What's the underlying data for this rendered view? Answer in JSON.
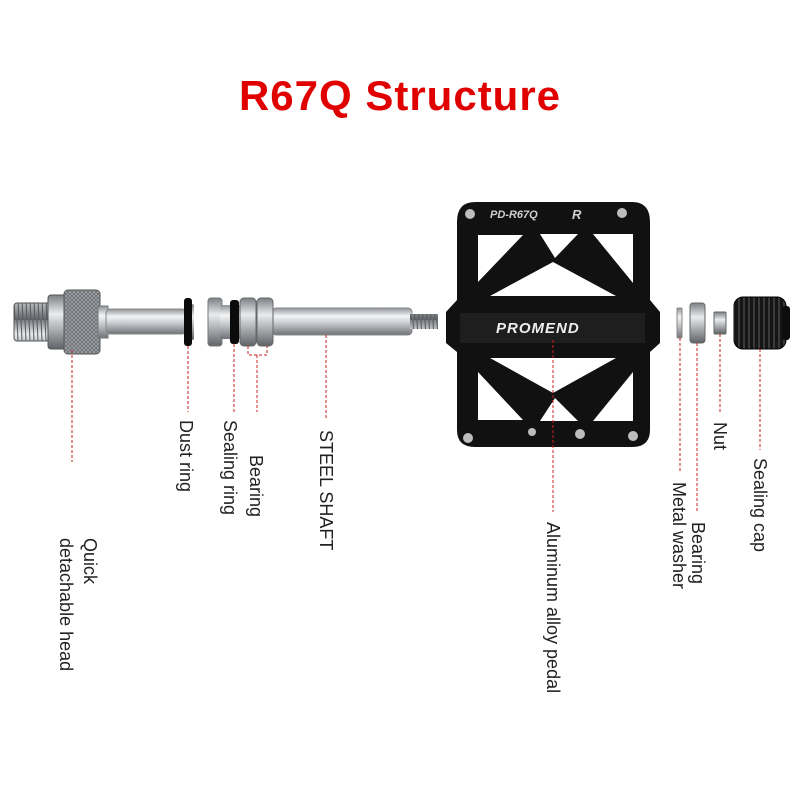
{
  "title": "R67Q  Structure",
  "colors": {
    "title": "#e00000",
    "leader": "#cc1f1f",
    "pedal_body": "#111111",
    "steel": "#b9bcc0"
  },
  "pedal": {
    "logo": "PROMEND",
    "model_mark": "PD-R67Q",
    "r_mark": "R"
  },
  "labels": {
    "quick_head": [
      "Quick",
      "detachable head"
    ],
    "dust_ring": "Dust ring",
    "sealing_ring": "Sealing ring",
    "bearing_left": "Bearing",
    "steel_shaft": "STEEL SHAFT",
    "aluminum_pedal": "Aluminum alloy pedal",
    "metal_washer": "Metal washer",
    "bearing_right": "Bearing",
    "nut": "Nut",
    "sealing_cap": "Sealing cap"
  }
}
